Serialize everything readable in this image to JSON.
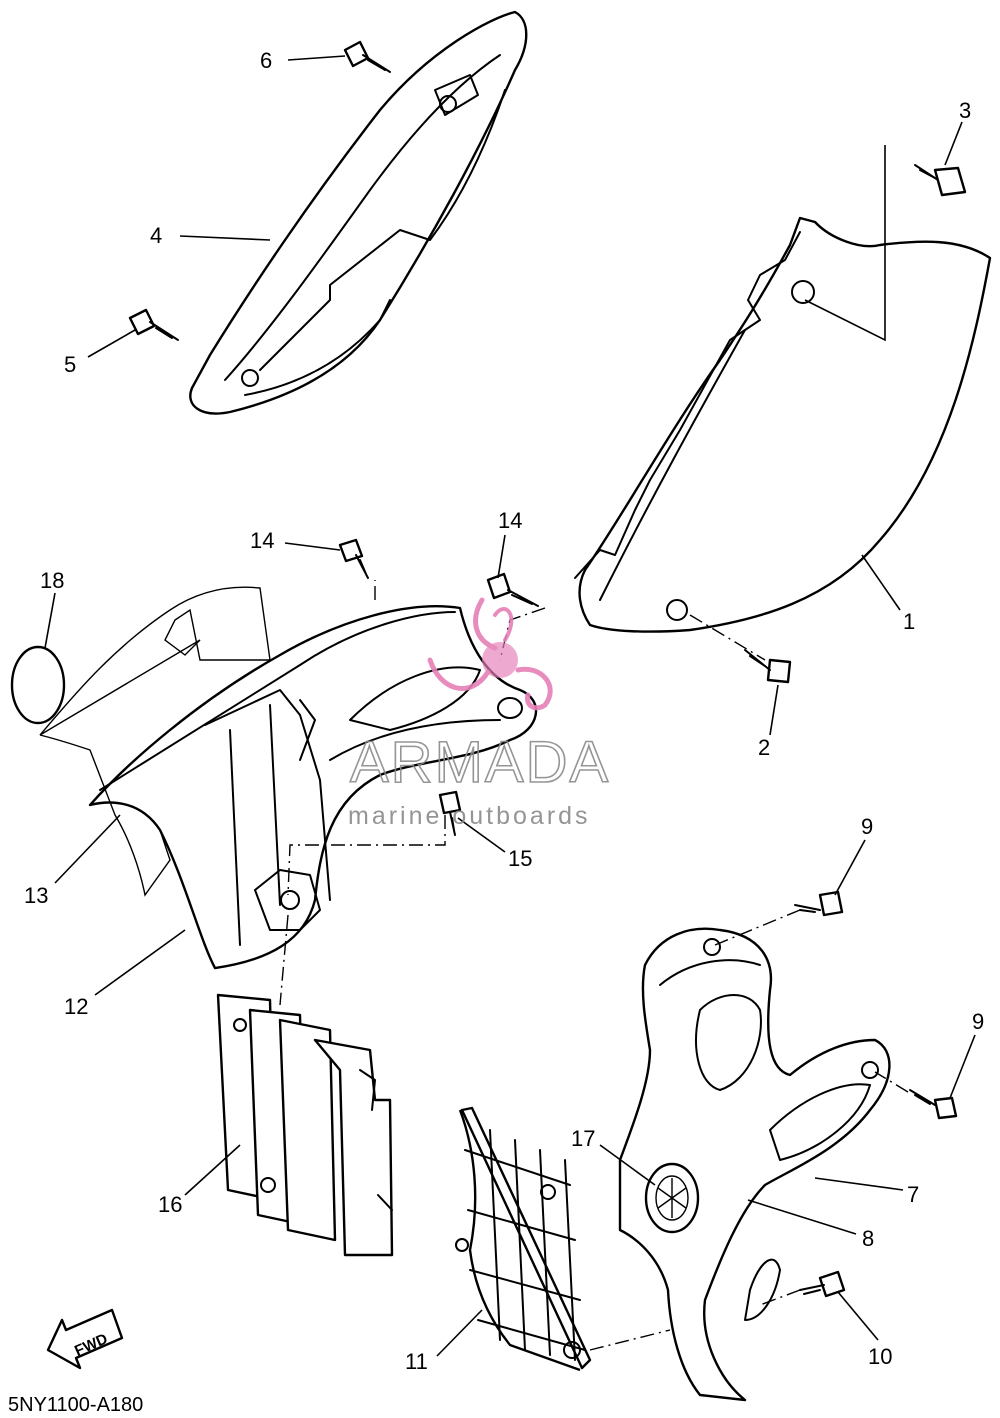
{
  "diagram": {
    "callouts": [
      "1",
      "2",
      "3",
      "4",
      "5",
      "6",
      "7",
      "8",
      "9",
      "9",
      "10",
      "11",
      "12",
      "13",
      "14",
      "14",
      "15",
      "16",
      "17",
      "18"
    ],
    "diagram_code": "5NY1100-A180",
    "fwd_label": "FWD",
    "watermark": {
      "brand": "ARMADA",
      "tagline": "marine outboards",
      "accent": "#e680b8"
    }
  }
}
